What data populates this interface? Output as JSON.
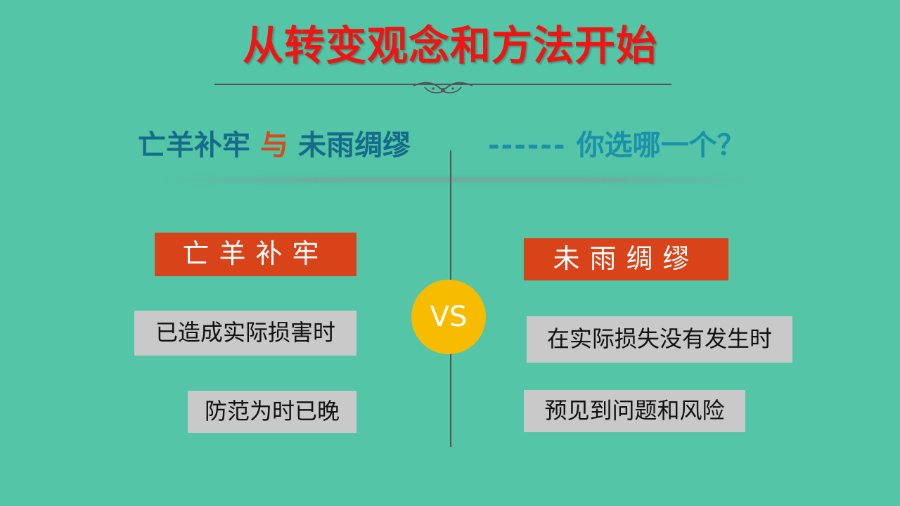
{
  "slide": {
    "title": "从转变观念和方法开始",
    "subtitle": {
      "left_term": "亡羊补牢",
      "connector": "与",
      "right_term": "未雨绸缪",
      "dashes": "------",
      "question": "你选哪一个？"
    },
    "left": {
      "tag": "亡羊补牢",
      "items": [
        "已造成实际损害时",
        "防范为时已晚"
      ]
    },
    "vs_label": "VS",
    "right": {
      "tag": "未雨绸缪",
      "items": [
        "在实际损失没有发生时",
        "预见到问题和风险"
      ]
    }
  },
  "colors": {
    "background": "#54c5a6",
    "title": "#f01414",
    "subtitle_term": "#146b8b",
    "subtitle_connector": "#d84a1a",
    "subtitle_question": "#1c8faa",
    "tag_fill": "#d8431a",
    "box_fill": "#c9c9c9",
    "vs_fill": "#f7bc00"
  },
  "icons": {
    "ornament": "flourish-ornament"
  }
}
